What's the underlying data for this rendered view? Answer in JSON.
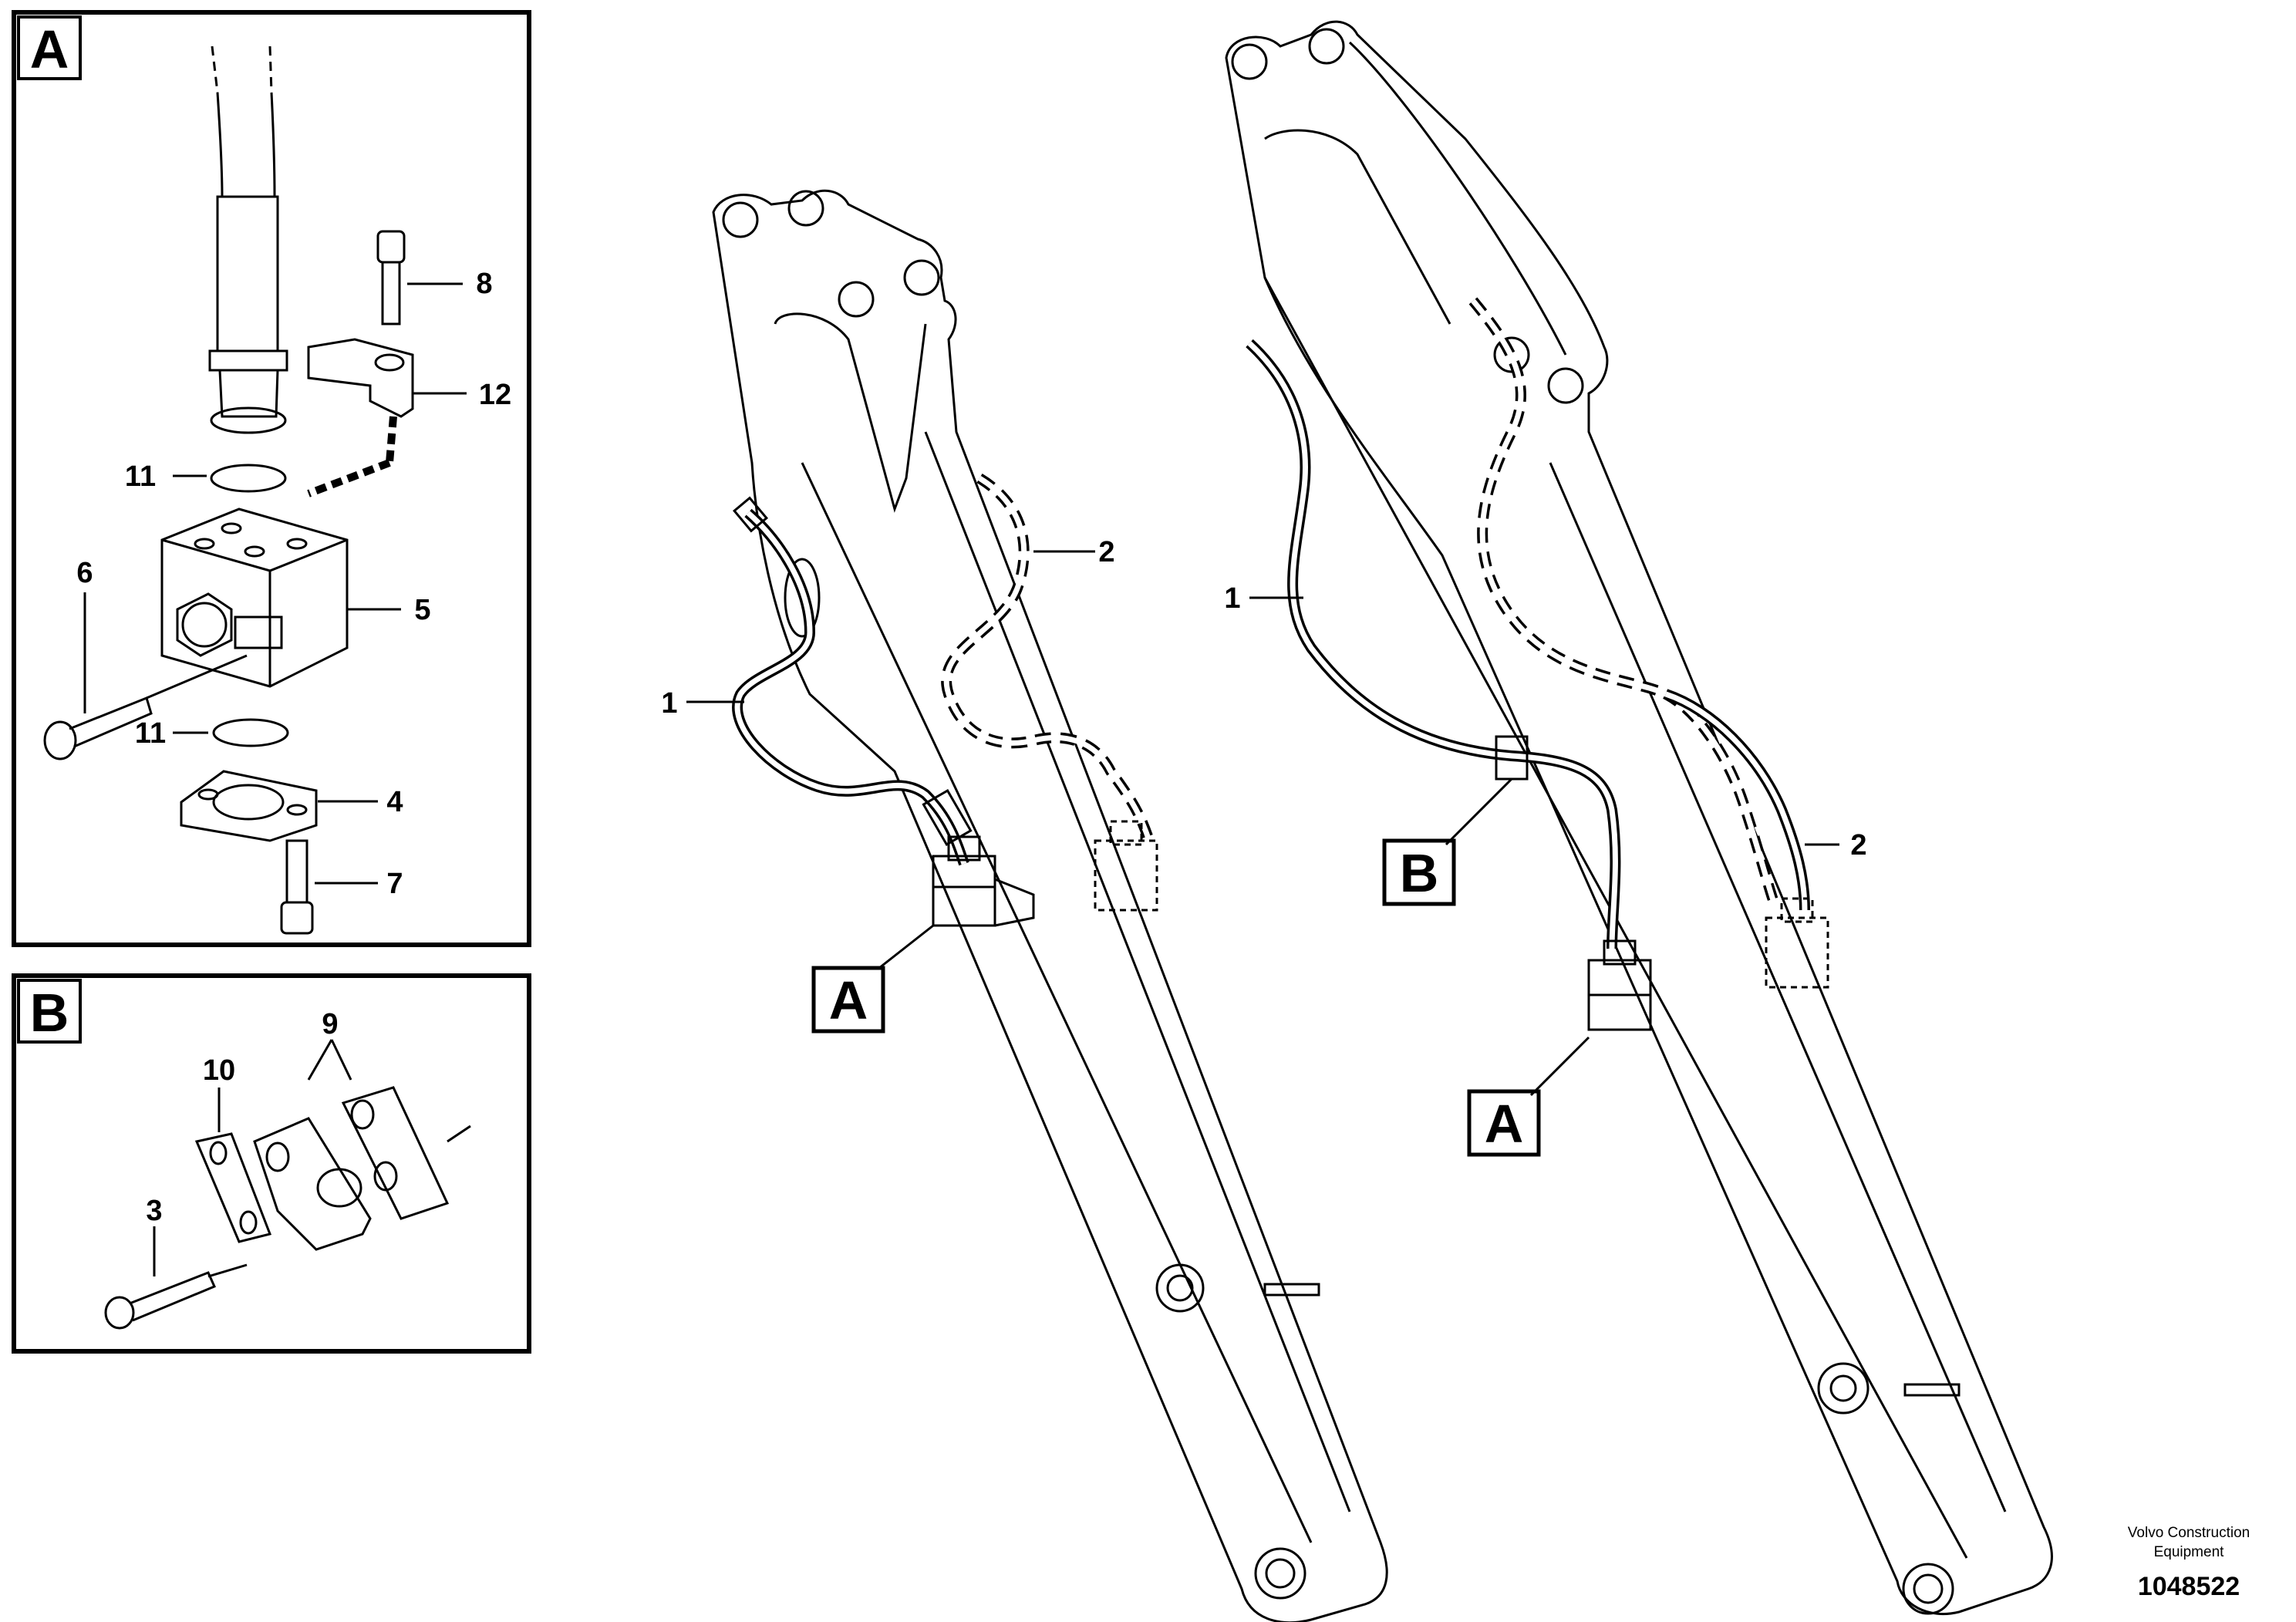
{
  "inset_a": {
    "letter": "A",
    "callouts": [
      "8",
      "12",
      "11",
      "5",
      "6",
      "11",
      "4",
      "7"
    ]
  },
  "inset_b": {
    "letter": "B",
    "callouts": [
      "9",
      "10",
      "3"
    ]
  },
  "left_boom": {
    "callouts": [
      "1",
      "2"
    ],
    "detail_ref": "A"
  },
  "right_boom": {
    "callouts": [
      "1",
      "2"
    ],
    "detail_refs": [
      "B",
      "A"
    ]
  },
  "footer": {
    "company_line1": "Volvo Construction",
    "company_line2": "Equipment",
    "drawing_number": "1048522"
  }
}
